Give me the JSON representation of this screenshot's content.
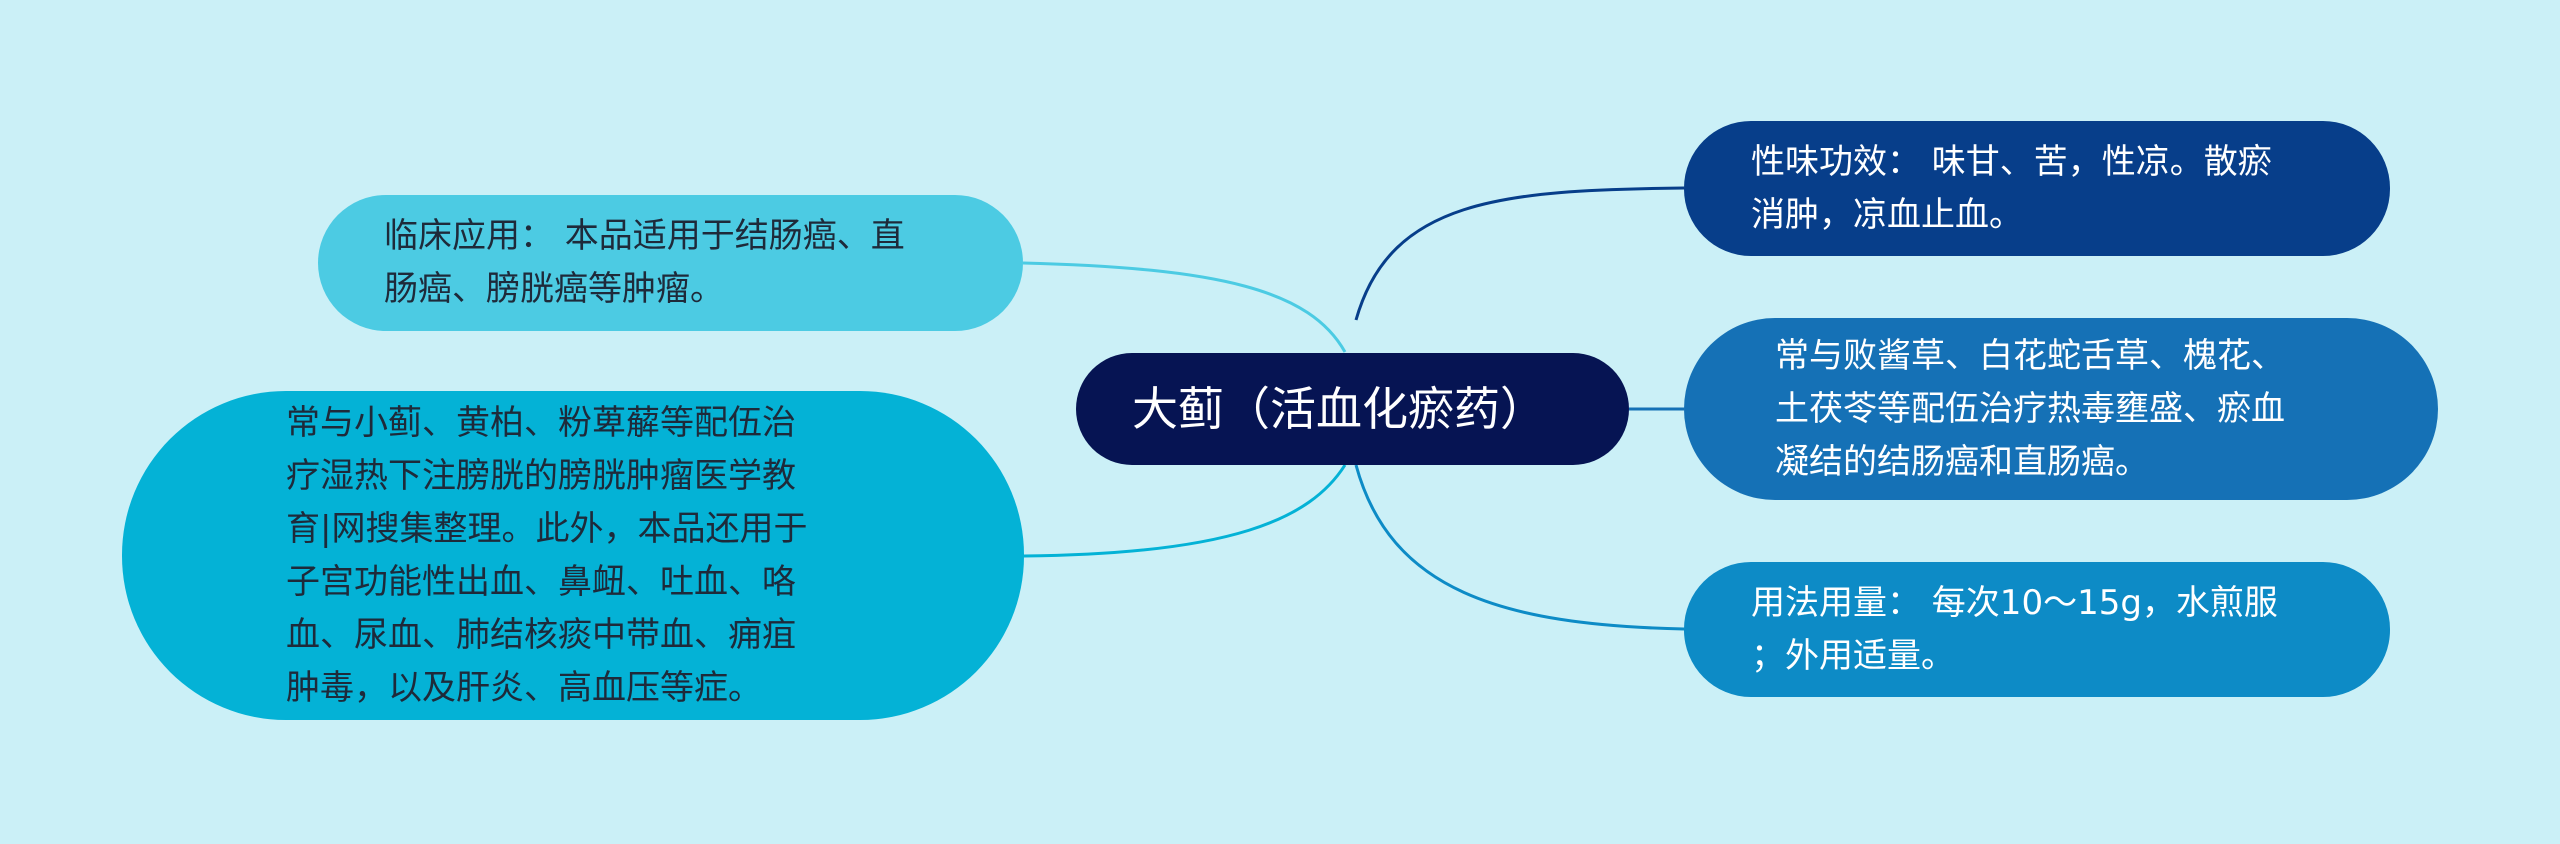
{
  "mindmap": {
    "center": "大蓟（活血化瘀药）",
    "left": [
      {
        "text": "临床应用： 本品适用于结肠癌、直\n肠癌、膀胱癌等肿瘤。"
      },
      {
        "text": "常与小蓟、黄柏、粉萆薢等配伍治\n疗湿热下注膀胱的膀胱肿瘤医学教\n育|网搜集整理。此外，本品还用于\n子宫功能性出血、鼻衄、吐血、咯\n血、尿血、肺结核痰中带血、痈疽\n肿毒，以及肝炎、高血压等症。"
      }
    ],
    "right": [
      {
        "text": "性味功效： 味甘、苦，性凉。散瘀\n消肿，凉血止血。"
      },
      {
        "text": "常与败酱草、白花蛇舌草、槐花、\n土茯苓等配伍治疗热毒壅盛、瘀血\n凝结的结肠癌和直肠癌。"
      },
      {
        "text": "用法用量： 每次10～15g，水煎服\n；外用适量。"
      }
    ]
  },
  "colors": {
    "background": "#cbf0f7",
    "center_fill": "#061453",
    "left1_fill": "#4ccbe3",
    "left2_fill": "#04b2d6",
    "right1_fill": "#073e8a",
    "right2_fill": "#1571b6",
    "right3_fill": "#0d8bc6"
  }
}
